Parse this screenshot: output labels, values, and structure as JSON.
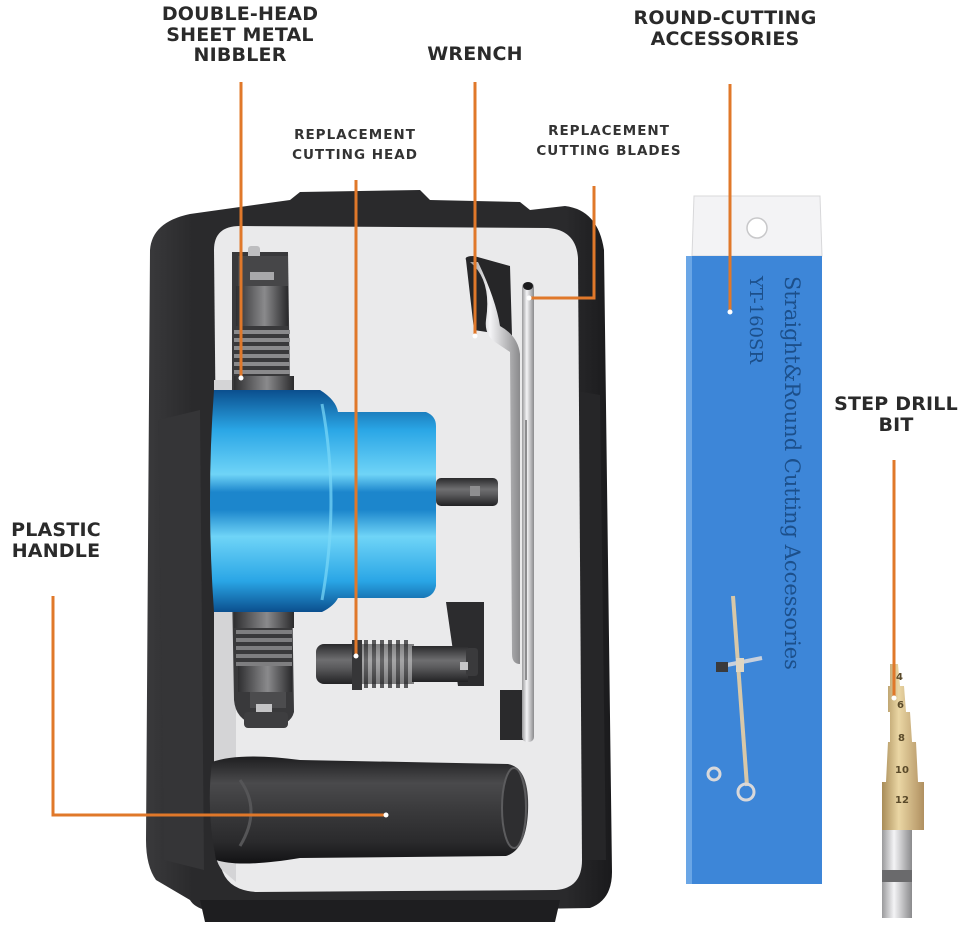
{
  "callouts": {
    "nibbler": "DOUBLE-HEAD\nSHEET METAL\nNIBBLER",
    "cutting_head": "REPLACEMENT\nCUTTING  HEAD",
    "wrench": "WRENCH",
    "cutting_blades": "REPLACEMENT\nCUTTING  BLADES",
    "round_cutting": "ROUND-CUTTING\nACCESSORIES",
    "step_drill": "STEP DRILL\nBIT",
    "plastic_handle": "PLASTIC\nHANDLE"
  },
  "package": {
    "title": "Straight&Round Cutting Accessories",
    "model": "YT-160SR"
  },
  "step_drill_sizes": [
    "4",
    "6",
    "8",
    "10",
    "12"
  ],
  "colors": {
    "leader_line": "#e0782a",
    "package_blue": "#3d86d8",
    "case_dark": "#2b2b2d",
    "foam_light": "#e9e9ea",
    "nibbler_blue": "#1e9ad8",
    "drill_gold": "#cdb27c"
  }
}
